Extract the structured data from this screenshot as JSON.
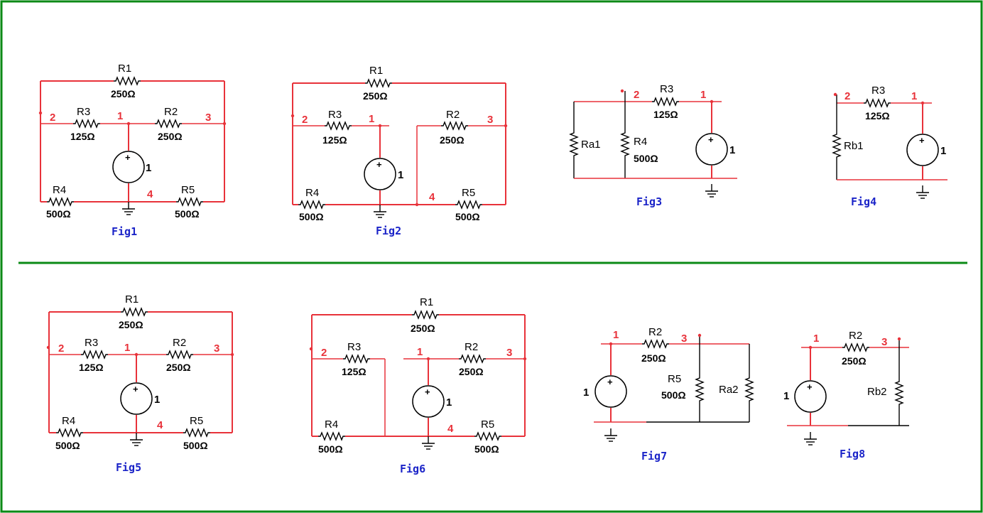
{
  "frame_color": "#0b8a16",
  "wire_color": "#e8323a",
  "caption_color": "#1b24c8",
  "figures": {
    "fig1": {
      "caption": "Fig1",
      "r1": {
        "name": "R1",
        "value": "250Ω"
      },
      "r2": {
        "name": "R2",
        "value": "250Ω"
      },
      "r3": {
        "name": "R3",
        "value": "125Ω"
      },
      "r4": {
        "name": "R4",
        "value": "500Ω"
      },
      "r5": {
        "name": "R5",
        "value": "500Ω"
      },
      "nodes": {
        "n1": "1",
        "n2": "2",
        "n3": "3",
        "n4": "4"
      },
      "source": "1"
    },
    "fig2": {
      "caption": "Fig2",
      "r1": {
        "name": "R1",
        "value": "250Ω"
      },
      "r2": {
        "name": "R2",
        "value": "250Ω"
      },
      "r3": {
        "name": "R3",
        "value": "125Ω"
      },
      "r4": {
        "name": "R4",
        "value": "500Ω"
      },
      "r5": {
        "name": "R5",
        "value": "500Ω"
      },
      "nodes": {
        "n1": "1",
        "n2": "2",
        "n3": "3",
        "n4": "4"
      },
      "source": "1"
    },
    "fig3": {
      "caption": "Fig3",
      "r3": {
        "name": "R3",
        "value": "125Ω"
      },
      "r4": {
        "name": "R4",
        "value": "500Ω"
      },
      "ra1": "Ra1",
      "nodes": {
        "n1": "1",
        "n2": "2"
      },
      "source": "1"
    },
    "fig4": {
      "caption": "Fig4",
      "r3": {
        "name": "R3",
        "value": "125Ω"
      },
      "rb1": "Rb1",
      "nodes": {
        "n1": "1",
        "n2": "2"
      },
      "source": "1"
    },
    "fig5": {
      "caption": "Fig5",
      "r1": {
        "name": "R1",
        "value": "250Ω"
      },
      "r2": {
        "name": "R2",
        "value": "250Ω"
      },
      "r3": {
        "name": "R3",
        "value": "125Ω"
      },
      "r4": {
        "name": "R4",
        "value": "500Ω"
      },
      "r5": {
        "name": "R5",
        "value": "500Ω"
      },
      "nodes": {
        "n1": "1",
        "n2": "2",
        "n3": "3",
        "n4": "4"
      },
      "source": "1"
    },
    "fig6": {
      "caption": "Fig6",
      "r1": {
        "name": "R1",
        "value": "250Ω"
      },
      "r2": {
        "name": "R2",
        "value": "250Ω"
      },
      "r3": {
        "name": "R3",
        "value": "125Ω"
      },
      "r4": {
        "name": "R4",
        "value": "500Ω"
      },
      "r5": {
        "name": "R5",
        "value": "500Ω"
      },
      "nodes": {
        "n1": "1",
        "n2": "2",
        "n3": "3",
        "n4": "4"
      },
      "source": "1"
    },
    "fig7": {
      "caption": "Fig7",
      "r2": {
        "name": "R2",
        "value": "250Ω"
      },
      "r5": {
        "name": "R5",
        "value": "500Ω"
      },
      "ra2": "Ra2",
      "nodes": {
        "n1": "1",
        "n3": "3"
      },
      "source": "1"
    },
    "fig8": {
      "caption": "Fig8",
      "r2": {
        "name": "R2",
        "value": "250Ω"
      },
      "rb2": "Rb2",
      "nodes": {
        "n1": "1",
        "n3": "3"
      },
      "source": "1"
    }
  }
}
